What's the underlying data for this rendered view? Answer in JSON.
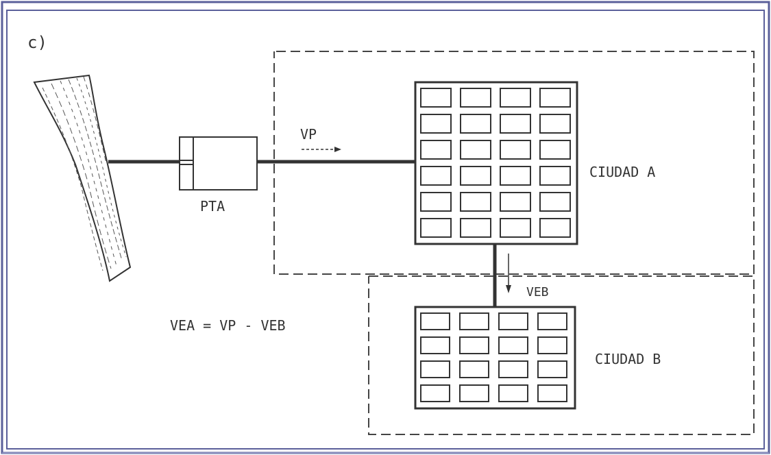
{
  "figure": {
    "panel_label": "c)",
    "treatment_plant_label": "PTA",
    "flow_label_vp": "VP",
    "flow_label_veb": "VEB",
    "city_a_label": "CIUDAD  A",
    "city_b_label": "CIUDAD  B",
    "equation": "VEA = VP - VEB"
  },
  "colors": {
    "outer_border": "#5a5f9a",
    "line": "#333333",
    "dashed": "#444444"
  }
}
